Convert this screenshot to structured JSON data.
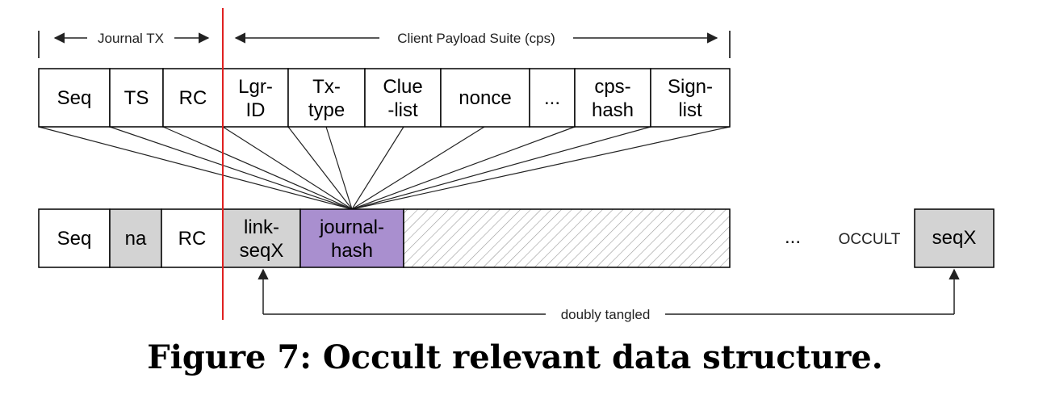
{
  "top_labels": {
    "journal_tx": "Journal TX",
    "client_payload": "Client Payload Suite (cps)"
  },
  "top_row": [
    {
      "line1": "Seq",
      "line2": ""
    },
    {
      "line1": "TS",
      "line2": ""
    },
    {
      "line1": "RC",
      "line2": ""
    },
    {
      "line1": "Lgr-",
      "line2": "ID"
    },
    {
      "line1": "Tx-",
      "line2": "type"
    },
    {
      "line1": "Clue",
      "line2": "-list"
    },
    {
      "line1": "nonce",
      "line2": ""
    },
    {
      "line1": "...",
      "line2": ""
    },
    {
      "line1": "cps-",
      "line2": "hash"
    },
    {
      "line1": "Sign-",
      "line2": "list"
    }
  ],
  "bottom_row": [
    {
      "line1": "Seq",
      "line2": "",
      "fill": "#ffffff"
    },
    {
      "line1": "na",
      "line2": "",
      "fill": "#d3d3d3"
    },
    {
      "line1": "RC",
      "line2": "",
      "fill": "#ffffff"
    },
    {
      "line1": "link-",
      "line2": "seqX",
      "fill": "#d3d3d3"
    },
    {
      "line1": "journal-",
      "line2": "hash",
      "fill": "#a98fcf"
    },
    {
      "line1": "",
      "line2": "",
      "fill": "hatch"
    }
  ],
  "ellipsis": "...",
  "occult_label": "OCCULT",
  "seqx_label": "seqX",
  "seqx_fill": "#d3d3d3",
  "arrow_label": "doubly tangled",
  "divider_color": "#e02020",
  "caption": "Figure 7: Occult relevant data structure."
}
